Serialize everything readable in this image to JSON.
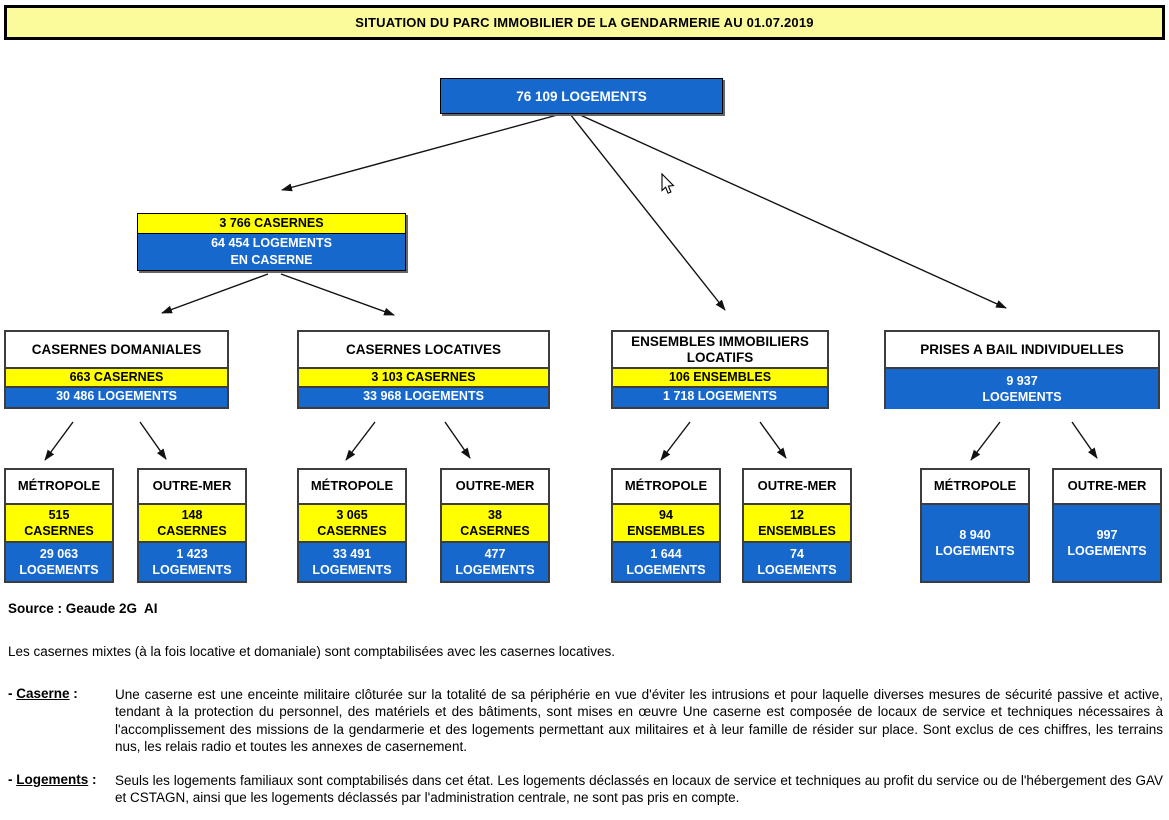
{
  "title": "SITUATION DU PARC IMMOBILIER DE LA GENDARMERIE AU 01.07.2019",
  "colors": {
    "blue": "#1668CC",
    "yellow": "#FFFF00",
    "title_background": "#FBFB9B"
  },
  "root": {
    "label": "76 109  LOGEMENTS"
  },
  "casernes_total": {
    "casernes": "3 766  CASERNES",
    "logements_line1": "64 454  LOGEMENTS",
    "logements_line2": "EN CASERNE"
  },
  "categories": [
    {
      "header": "CASERNES DOMANIALES",
      "count": "663  CASERNES",
      "logements": "30 486  LOGEMENTS"
    },
    {
      "header": "CASERNES LOCATIVES",
      "count": "3 103  CASERNES",
      "logements": "33 968  LOGEMENTS"
    },
    {
      "header": "ENSEMBLES IMMOBILIERS LOCATIFS",
      "count": "106  ENSEMBLES",
      "logements": "1 718  LOGEMENTS"
    },
    {
      "header": "PRISES A BAIL INDIVIDUELLES",
      "logements_value": "9 937",
      "logements_unit": "LOGEMENTS"
    }
  ],
  "leaves": [
    {
      "header": "MÉTROPOLE",
      "count_value": "515",
      "count_unit": "CASERNES",
      "log_value": "29 063",
      "log_unit": "LOGEMENTS"
    },
    {
      "header": "OUTRE-MER",
      "count_value": "148",
      "count_unit": "CASERNES",
      "log_value": "1 423",
      "log_unit": "LOGEMENTS"
    },
    {
      "header": "MÉTROPOLE",
      "count_value": "3 065",
      "count_unit": "CASERNES",
      "log_value": "33 491",
      "log_unit": "LOGEMENTS"
    },
    {
      "header": "OUTRE-MER",
      "count_value": "38",
      "count_unit": "CASERNES",
      "log_value": "477",
      "log_unit": "LOGEMENTS"
    },
    {
      "header": "MÉTROPOLE",
      "count_value": "94",
      "count_unit": "ENSEMBLES",
      "log_value": "1 644",
      "log_unit": "LOGEMENTS"
    },
    {
      "header": "OUTRE-MER",
      "count_value": "12",
      "count_unit": "ENSEMBLES",
      "log_value": "74",
      "log_unit": "LOGEMENTS"
    },
    {
      "header": "MÉTROPOLE",
      "log_value": "8 940",
      "log_unit": "LOGEMENTS"
    },
    {
      "header": "OUTRE-MER",
      "log_value": "997",
      "log_unit": "LOGEMENTS"
    }
  ],
  "source": "Source : Geaude 2G  AI",
  "note": "Les casernes mixtes (à la fois locative et domaniale) sont comptabilisées avec les casernes locatives.",
  "definitions": [
    {
      "dash": "- ",
      "term": "Caserne",
      "colon": " :",
      "text": "Une caserne est une enceinte militaire clôturée sur la totalité de sa périphérie en vue d'éviter les intrusions et pour laquelle diverses mesures de sécurité passive et active, tendant à la protection du personnel, des matériels et des bâtiments, sont mises en œuvre Une caserne est composée de locaux de service et techniques nécessaires à l'accomplissement des missions de la gendarmerie et des logements permettant aux militaires et à leur famille de résider sur place. Sont exclus de ces chiffres, les terrains nus, les relais radio et toutes les annexes de casernement."
    },
    {
      "dash": "- ",
      "term": "Logements",
      "colon": " :",
      "text": "Seuls les logements familiaux sont comptabilisés dans cet état. Les logements déclassés en locaux de service et techniques au profit du service ou de l'hébergement des GAV et CSTAGN, ainsi que les logements déclassés par l'administration centrale, ne sont pas pris en compte."
    }
  ]
}
